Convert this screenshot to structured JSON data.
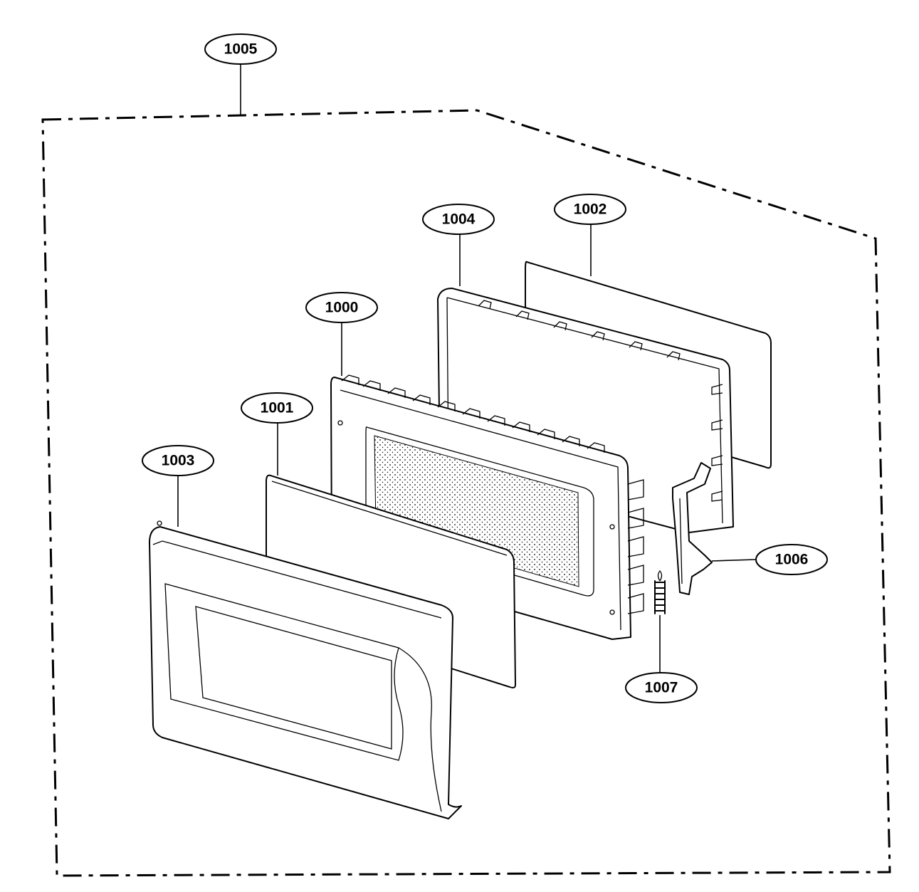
{
  "callouts": {
    "c1005": "1005",
    "c1004": "1004",
    "c1002": "1002",
    "c1000": "1000",
    "c1001": "1001",
    "c1003": "1003",
    "c1006": "1006",
    "c1007": "1007"
  },
  "colors": {
    "line": "#000000",
    "background": "#ffffff"
  }
}
